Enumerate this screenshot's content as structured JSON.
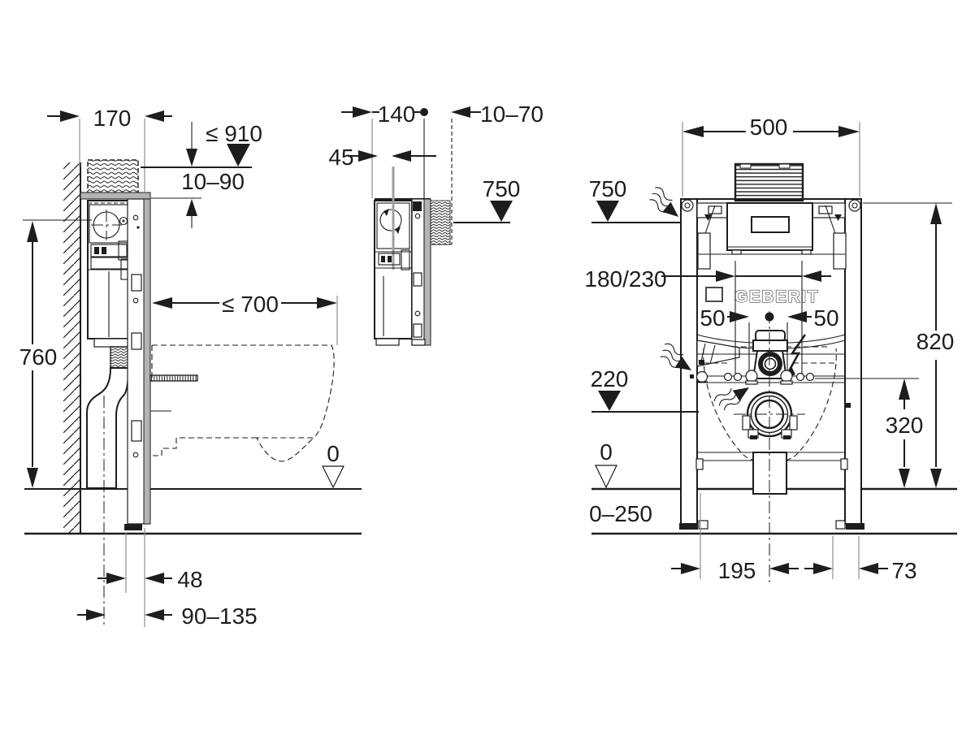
{
  "brand": "GEBERIT",
  "colors": {
    "line": "#1d1d1b",
    "gray_fill": "#b4b4b4",
    "dim_gray": "#8f8f8f",
    "background": "#ffffff"
  },
  "views": {
    "side": {
      "frame_depth": "170",
      "install_height": "≤ 910",
      "tile_range": "10–90",
      "pan_depth": "≤ 700",
      "height_760": "760",
      "floor_level": "0",
      "offset_48": "48",
      "outlet_range": "90–135"
    },
    "section": {
      "depth_140": "140",
      "finish_range": "10–70",
      "offset_45": "45",
      "level_750": "750"
    },
    "front": {
      "width_500": "500",
      "level_750": "750",
      "plate_width": "180/230",
      "bolt_left": "50",
      "bolt_right": "50",
      "height_820": "820",
      "level_220": "220",
      "height_320": "320",
      "floor_level": "0",
      "plinth_range": "0–250",
      "dist_195": "195",
      "dist_73": "73"
    }
  }
}
